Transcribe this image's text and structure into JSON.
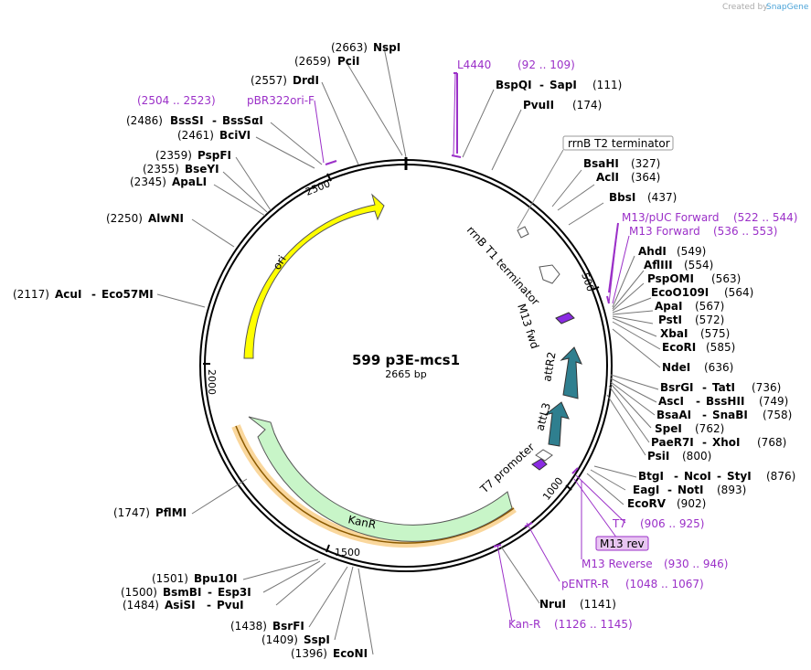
{
  "credit": {
    "prefix": "Created by",
    "brand": "SnapGene"
  },
  "plasmid": {
    "name": "599 p3E-mcs1",
    "length": "2665 bp"
  },
  "colors": {
    "primer": "#9b30c8",
    "ori": "#ffff00",
    "kanr": "#c8f5c8",
    "att": "#2f7f8f",
    "promoter_marker": "#8a2be2",
    "highlight": "#f5a623"
  },
  "ticks": [
    {
      "label": "500"
    },
    {
      "label": "1000"
    },
    {
      "label": "1500"
    },
    {
      "label": "2000"
    },
    {
      "label": "2500"
    }
  ],
  "features": [
    {
      "name": "ori",
      "label": "ori"
    },
    {
      "name": "kanr",
      "label": "KanR"
    },
    {
      "name": "attr2",
      "label": "attR2"
    },
    {
      "name": "attl3",
      "label": "attL3"
    },
    {
      "name": "t7-promoter",
      "label": "T7 promoter"
    },
    {
      "name": "m13-fwd",
      "label": "M13 fwd"
    },
    {
      "name": "rrnb-t1",
      "label": "rrnB T1 terminator"
    },
    {
      "name": "rrnb-t2",
      "label": "rrnB T2 terminator"
    },
    {
      "name": "m13-rev-box",
      "label": "M13 rev"
    }
  ],
  "sites_left": [
    {
      "pos": "(2663)",
      "name": "NspI"
    },
    {
      "pos": "(2659)",
      "name": "PciI"
    },
    {
      "pos": "(2557)",
      "name": "DrdI"
    },
    {
      "pos": "(2486)",
      "name": "BssSI",
      "alt": "BssSαI"
    },
    {
      "pos": "(2461)",
      "name": "BciVI"
    },
    {
      "pos": "(2359)",
      "name": "PspFI"
    },
    {
      "pos": "(2355)",
      "name": "BseYI"
    },
    {
      "pos": "(2345)",
      "name": "ApaLI"
    },
    {
      "pos": "(2250)",
      "name": "AlwNI"
    },
    {
      "pos": "(2117)",
      "name": "AcuI",
      "alt": "Eco57MI"
    },
    {
      "pos": "(1747)",
      "name": "PflMI"
    },
    {
      "pos": "(1501)",
      "name": "Bpu10I"
    },
    {
      "pos": "(1500)",
      "name": "BsmBI",
      "alt": "Esp3I"
    },
    {
      "pos": "(1484)",
      "name": "AsiSI",
      "alt": "PvuI"
    },
    {
      "pos": "(1438)",
      "name": "BsrFI"
    },
    {
      "pos": "(1409)",
      "name": "SspI"
    },
    {
      "pos": "(1396)",
      "name": "EcoNI"
    }
  ],
  "sites_right": [
    {
      "name": "BspQI",
      "alt": "SapI",
      "pos": "(111)"
    },
    {
      "name": "PvuII",
      "pos": "(174)"
    },
    {
      "name": "BsaHI",
      "pos": "(327)"
    },
    {
      "name": "AclI",
      "pos": "(364)"
    },
    {
      "name": "BbsI",
      "pos": "(437)"
    },
    {
      "name": "AhdI",
      "pos": "(549)"
    },
    {
      "name": "AflIII",
      "pos": "(554)"
    },
    {
      "name": "PspOMI",
      "pos": "(563)"
    },
    {
      "name": "EcoO109I",
      "pos": "(564)"
    },
    {
      "name": "ApaI",
      "pos": "(567)"
    },
    {
      "name": "PstI",
      "pos": "(572)"
    },
    {
      "name": "XbaI",
      "pos": "(575)"
    },
    {
      "name": "EcoRI",
      "pos": "(585)"
    },
    {
      "name": "NdeI",
      "pos": "(636)"
    },
    {
      "name": "BsrGI",
      "alt": "TatI",
      "pos": "(736)"
    },
    {
      "name": "AscI",
      "alt": "BssHII",
      "pos": "(749)"
    },
    {
      "name": "BsaAI",
      "alt": "SnaBI",
      "pos": "(758)"
    },
    {
      "name": "SpeI",
      "pos": "(762)"
    },
    {
      "name": "PaeR7I",
      "alt": "XhoI",
      "pos": "(768)"
    },
    {
      "name": "PsiI",
      "pos": "(800)"
    },
    {
      "name": "BtgI",
      "alt": "NcoI",
      "alt2": "StyI",
      "pos": "(876)"
    },
    {
      "name": "EagI",
      "alt": "NotI",
      "pos": "(893)"
    },
    {
      "name": "EcoRV",
      "pos": "(902)"
    },
    {
      "name": "NruI",
      "pos": "(1141)"
    }
  ],
  "primers": [
    {
      "name": "L4440",
      "range": "(92 .. 109)"
    },
    {
      "name": "pBR322ori-F",
      "range": "(2504 .. 2523)"
    },
    {
      "name": "M13/pUC Forward",
      "range": "(522 .. 544)"
    },
    {
      "name": "M13 Forward",
      "range": "(536 .. 553)"
    },
    {
      "name": "T7",
      "range": "(906 .. 925)"
    },
    {
      "name": "M13 Reverse",
      "range": "(930 .. 946)"
    },
    {
      "name": "pENTR-R",
      "range": "(1048 .. 1067)"
    },
    {
      "name": "Kan-R",
      "range": "(1126 .. 1145)"
    }
  ]
}
